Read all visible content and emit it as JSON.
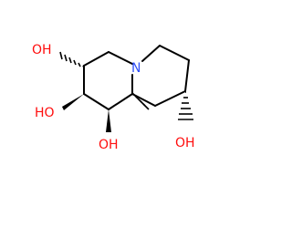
{
  "molecule": {
    "atoms": {
      "nitrogen": "N",
      "oh_c6": "OH",
      "oh_c7": "HO",
      "oh_c8": "OH",
      "oh_c1": "OH"
    },
    "colors": {
      "bond": "#000000",
      "nitrogen": "#3050f8",
      "oxygen": "#ff0d0d"
    }
  }
}
